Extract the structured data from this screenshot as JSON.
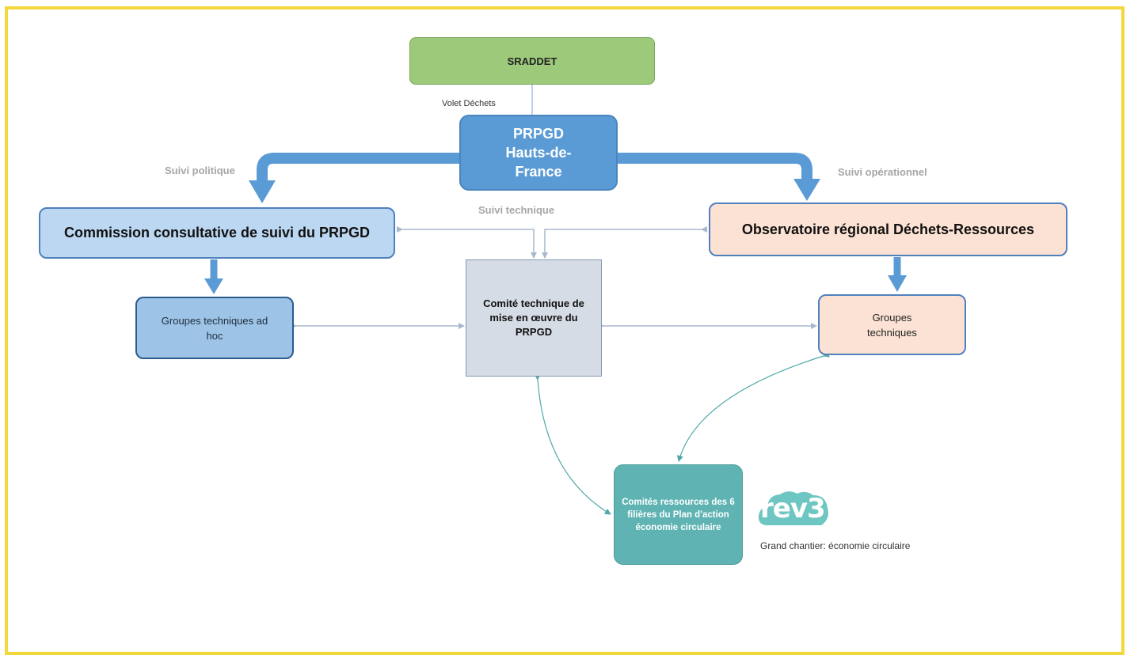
{
  "nodes": {
    "sraddet": "SRADDET",
    "prpgd": "PRPGD Hauts-de-France",
    "commission": "Commission  consultative de suivi du PRPGD",
    "observatoire": "Observatoire  régional  Déchets-Ressources",
    "groupes_left": "Groupes techniques ad hoc",
    "comite": "Comité technique de mise en œuvre du PRPGD",
    "groupes_right": "Groupes techniques",
    "comites_ressources": "Comités ressources des 6 filières du Plan d'action économie circulaire"
  },
  "labels": {
    "volet_dechets": "Volet Déchets",
    "suivi_politique": "Suivi politique",
    "suivi_technique": "Suivi technique",
    "suivi_operationnel": "Suivi opérationnel",
    "grand_chantier": "Grand chantier: économie circulaire"
  },
  "logo": {
    "text": "rev3",
    "color": "#6ec6c2"
  },
  "colors": {
    "frame": "#f4d73a",
    "thick_arrow": "#5b9bd5",
    "thin_arrow": "#a9b8cc",
    "teal_arrow": "#4fa7a7"
  }
}
